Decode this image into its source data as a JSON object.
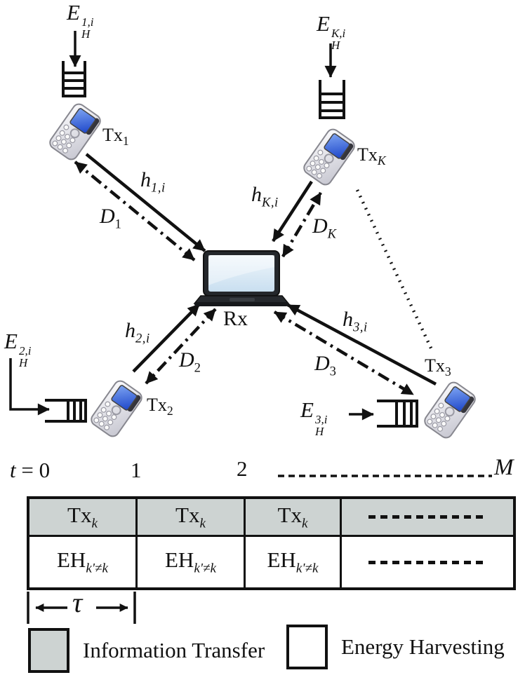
{
  "colors": {
    "ink": "#111111",
    "info_transfer_fill": "#cdd3d2",
    "energy_harvest_fill": "#ffffff",
    "phone_screen_blue": "#2e5ed2",
    "laptop_screen_blue": "#dcebf7"
  },
  "nodes": {
    "receiver": {
      "label": "Rx"
    },
    "transmitters": [
      {
        "label_base": "Tx",
        "label_sub": "1",
        "energy_base": "E",
        "energy_sup": "1,i",
        "energy_sub": "H",
        "channel_base": "h",
        "channel_sub": "1,i",
        "data_base": "D",
        "data_sub": "1"
      },
      {
        "label_base": "Tx",
        "label_sub": "2",
        "energy_base": "E",
        "energy_sup": "2,i",
        "energy_sub": "H",
        "channel_base": "h",
        "channel_sub": "2,i",
        "data_base": "D",
        "data_sub": "2"
      },
      {
        "label_base": "Tx",
        "label_sub": "3",
        "energy_base": "E",
        "energy_sup": "3,i",
        "energy_sub": "H",
        "channel_base": "h",
        "channel_sub": "3,i",
        "data_base": "D",
        "data_sub": "3"
      },
      {
        "label_base": "Tx",
        "label_sub": "K",
        "energy_base": "E",
        "energy_sup": "K,i",
        "energy_sub": "H",
        "channel_base": "h",
        "channel_sub": "K,i",
        "data_base": "D",
        "data_sub": "K"
      }
    ]
  },
  "timeline": {
    "t_var": "t",
    "t_rest": "= 0",
    "tick_1": "1",
    "tick_2": "2",
    "end_label": "M",
    "tau": "τ"
  },
  "frame_table": {
    "info_cells": [
      {
        "base": "Tx",
        "sub": "k"
      },
      {
        "base": "Tx",
        "sub": "k"
      },
      {
        "base": "Tx",
        "sub": "k"
      }
    ],
    "eh_cells": [
      {
        "base": "EH",
        "sub": "k'≠k"
      },
      {
        "base": "EH",
        "sub": "k'≠k"
      },
      {
        "base": "EH",
        "sub": "k'≠k"
      }
    ]
  },
  "legend": {
    "info_label": "Information Transfer",
    "eh_label": "Energy Harvesting"
  }
}
